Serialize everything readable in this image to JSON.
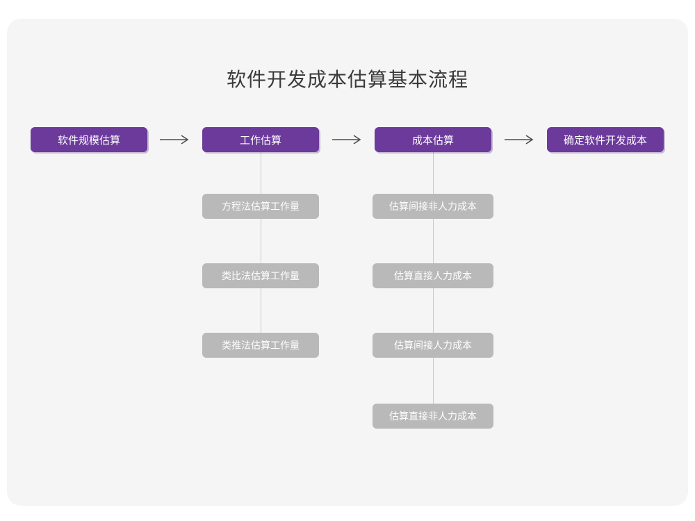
{
  "diagram": {
    "title": "软件开发成本估算基本流程",
    "arrow_glyph": "right-arrow",
    "colors": {
      "card_background": "#f5f5f5",
      "page_background": "#ffffff",
      "primary_node": "#6b3a9b",
      "secondary_node": "#b9b9b9",
      "connector_line": "#c9c9c9",
      "title_text": "#3a3a3a",
      "node_text": "#ffffff",
      "arrow": "#4d4d4d"
    },
    "main_flow": [
      {
        "label": "软件规模估算"
      },
      {
        "label": "工作估算"
      },
      {
        "label": "成本估算"
      },
      {
        "label": "确定软件开发成本"
      }
    ],
    "sub_columns": [
      {
        "parent": "工作估算",
        "items": [
          {
            "label": "方程法估算工作量"
          },
          {
            "label": "类比法估算工作量"
          },
          {
            "label": "类推法估算工作量"
          }
        ]
      },
      {
        "parent": "成本估算",
        "items": [
          {
            "label": "估算间接非人力成本"
          },
          {
            "label": "估算直接人力成本"
          },
          {
            "label": "估算间接人力成本"
          },
          {
            "label": "估算直接非人力成本"
          }
        ]
      }
    ]
  }
}
